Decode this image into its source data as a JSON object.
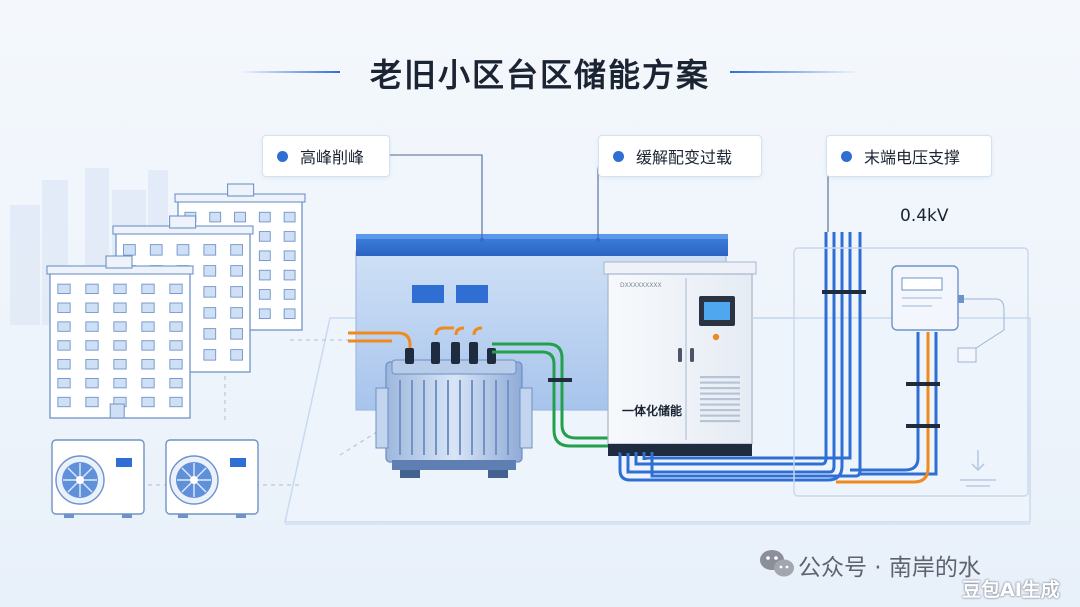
{
  "title": "老旧小区台区储能方案",
  "callouts": [
    {
      "label": "高峰削峰"
    },
    {
      "label": "缓解配变过载"
    },
    {
      "label": "末端电压支撑"
    }
  ],
  "voltage_label": "0.4kV",
  "ess_label": "一体化储能",
  "ess_brand": "DXXXXXXXXX",
  "watermark": {
    "text": "公众号 · 南岸的水",
    "brand": "豆包AI生成"
  },
  "colors": {
    "accent_blue": "#2f6fd4",
    "line_orange": "#f0891e",
    "line_green": "#22a04b",
    "building_outline": "#6f93c8"
  }
}
